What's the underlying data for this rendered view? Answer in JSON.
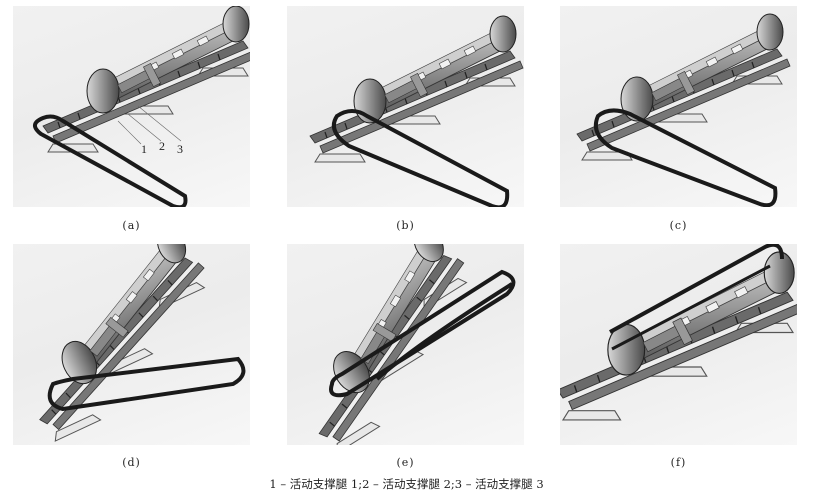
{
  "figure": {
    "panels": [
      {
        "id": "a",
        "label": "(a)",
        "description": "Machine with belt lying flat on ground in front of frame",
        "callouts": [
          "1",
          "2",
          "3"
        ]
      },
      {
        "id": "b",
        "label": "(b)",
        "description": "Belt looped over near wheel, extending forward on ground"
      },
      {
        "id": "c",
        "label": "(c)",
        "description": "Belt looped over near end, extending forward on ground"
      },
      {
        "id": "d",
        "label": "(d)",
        "description": "Frame tilted, belt extended sideways"
      },
      {
        "id": "e",
        "label": "(e)",
        "description": "Frame tilted further, belt raised toward far wheel"
      },
      {
        "id": "f",
        "label": "(f)",
        "description": "Belt installed over both wheels"
      }
    ],
    "caption": "1 – 活动支撑腿 1;2 – 活动支撑腿 2;3 – 活动支撑腿 3",
    "colors": {
      "background": "#ffffff",
      "panel_bg": "#eeeeee",
      "belt": "#1a1a1a",
      "machine": "#8a8a8a"
    }
  }
}
